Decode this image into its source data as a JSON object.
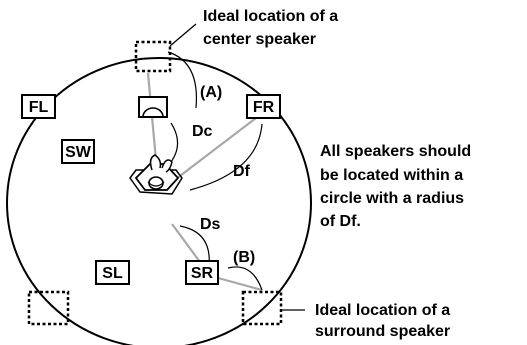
{
  "speakers": {
    "fl": "FL",
    "fr": "FR",
    "sw": "SW",
    "sl": "SL",
    "sr": "SR"
  },
  "distances": {
    "dc": "Dc",
    "df": "Df",
    "ds": "Ds"
  },
  "angles": {
    "a": "(A)",
    "b": "(B)"
  },
  "callouts": {
    "center": [
      "Ideal location of a",
      "center speaker"
    ],
    "surround": [
      "Ideal location of a",
      "surround speaker"
    ]
  },
  "note": [
    "All speakers should",
    "be located within a",
    "circle with a radius",
    "of Df."
  ]
}
